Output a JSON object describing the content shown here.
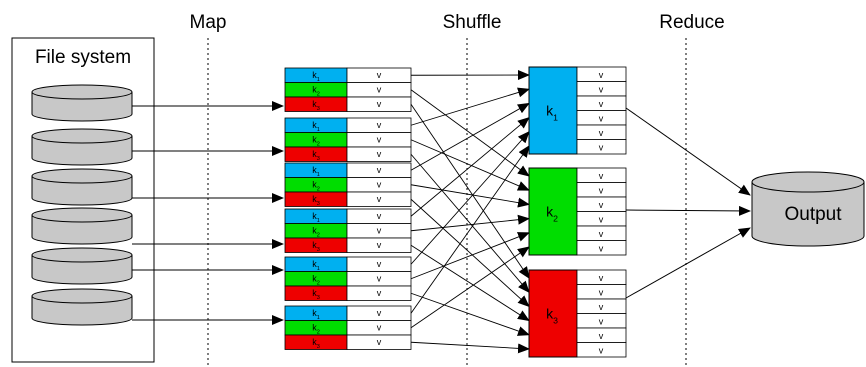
{
  "phases": [
    "Map",
    "Shuffle",
    "Reduce"
  ],
  "file_system": {
    "label": "File system",
    "disk_count": 6
  },
  "map_outputs": {
    "count": 6,
    "keys": [
      "k1",
      "k2",
      "k3"
    ],
    "value_label": "v"
  },
  "reducers": [
    {
      "key": "k",
      "subscript": "1",
      "value_label": "v",
      "value_count": 6,
      "color": "#00b0f0"
    },
    {
      "key": "k",
      "subscript": "2",
      "value_label": "v",
      "value_count": 6,
      "color": "#00dd00"
    },
    {
      "key": "k",
      "subscript": "3",
      "value_label": "v",
      "value_count": 6,
      "color": "#ee0000"
    }
  ],
  "output": {
    "label": "Output"
  },
  "colors": {
    "k1": "#00b0f0",
    "k2": "#00dd00",
    "k3": "#ee0000",
    "disk_fill": "#c8c8c8",
    "line": "#000000"
  }
}
